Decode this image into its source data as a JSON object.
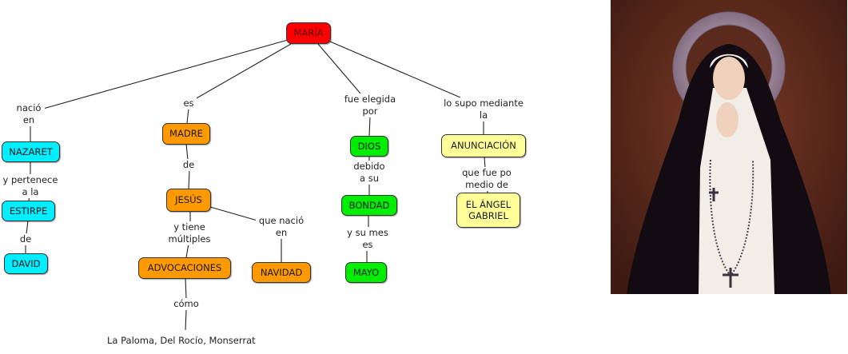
{
  "colors": {
    "root": "#ff0000",
    "cyan": "#00eeff",
    "orange": "#ff9900",
    "green": "#00ee00",
    "yellow": "#ffff99"
  },
  "nodes": {
    "maria": "MARÍA",
    "nazaret": "NAZARET",
    "estirpe": "ESTIRPE",
    "david": "DAVID",
    "madre": "MADRE",
    "jesus": "JESÚS",
    "advocaciones": "ADVOCACIONES",
    "navidad": "NAVIDAD",
    "dios": "DIOS",
    "bondad": "BONDAD",
    "mayo": "MAYO",
    "anunciacion": "ANUNCIACIÓN",
    "angel": "EL ÁNGEL\nGABRIEL"
  },
  "links": {
    "nacio_en": "nació\nen",
    "pertenece": "y pertenece\na la",
    "de_david": "de",
    "es": "es",
    "de_jesus": "de",
    "multiples": "y tiene\nmúltiples",
    "como": "cómo",
    "que_nacio": "que nació\nen",
    "elegida": "fue elegida\npor",
    "debido": "debido\na su",
    "mes": "y su mes\nes",
    "supo": "lo supo mediante\nla",
    "fue_por": "que fue po\nmedio de"
  },
  "free_text": "La Paloma, Del Rocío, Monserrat",
  "image": {
    "alt": "Painting of the Virgin in black mantle and white habit, hands joined in prayer, with silver halo crown and rosary"
  }
}
